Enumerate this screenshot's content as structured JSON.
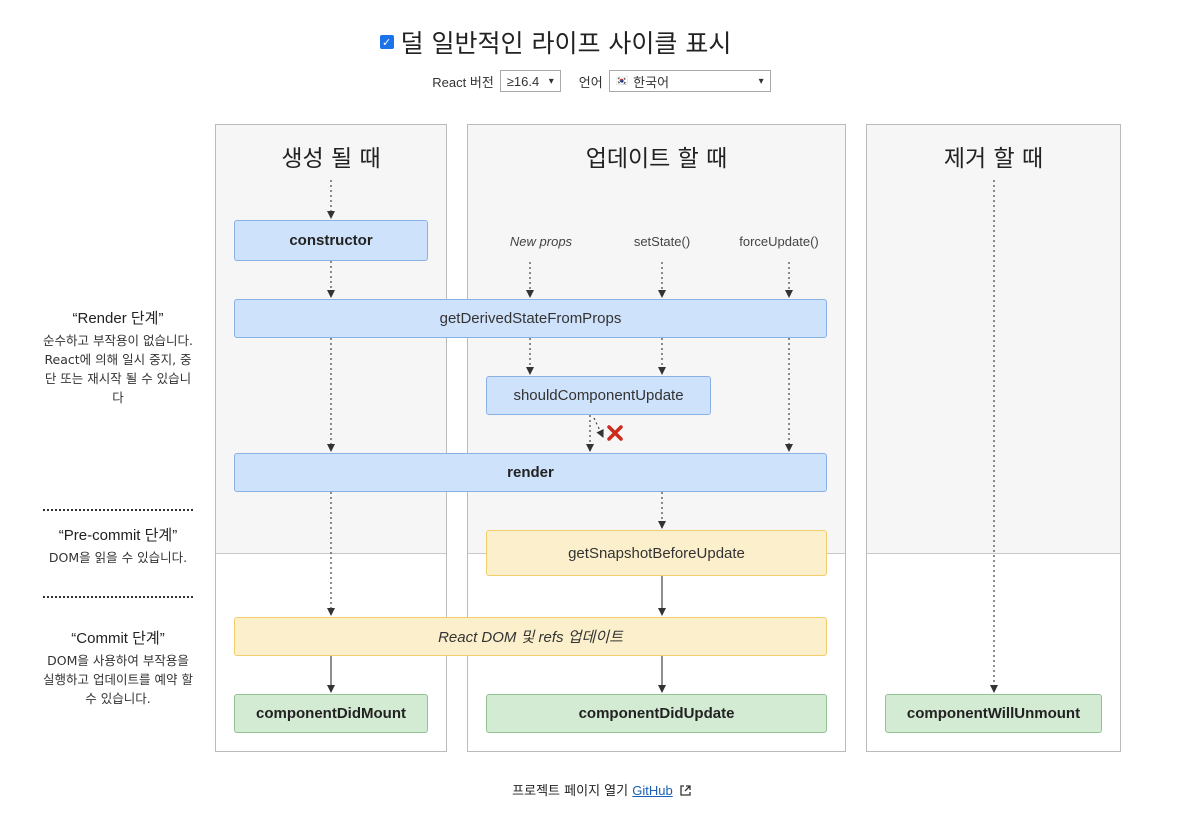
{
  "header": {
    "checkbox_label": "덜 일반적인 라이프 사이클 표시",
    "react_version_label": "React 버전",
    "react_version_value": "≥16.4",
    "language_label": "언어",
    "language_flag": "🇰🇷",
    "language_value": "한국어"
  },
  "columns": {
    "mount": {
      "title": "생성 될 때"
    },
    "update": {
      "title": "업데이트 할 때"
    },
    "unmount": {
      "title": "제거 할 때"
    }
  },
  "triggers": {
    "new_props": "New props",
    "set_state": "setState()",
    "force_update": "forceUpdate()"
  },
  "methods": {
    "constructor": "constructor",
    "get_derived": "getDerivedStateFromProps",
    "should_update": "shouldComponentUpdate",
    "render": "render",
    "snapshot": "getSnapshotBeforeUpdate",
    "dom_update": "React DOM 및 refs 업데이트",
    "did_mount": "componentDidMount",
    "did_update": "componentDidUpdate",
    "will_unmount": "componentWillUnmount"
  },
  "phases": {
    "render": {
      "heading": "“Render 단계”",
      "desc": "순수하고 부작용이 없습니다. React에 의해 일시 중지, 중단 또는 재시작 될 수 있습니다"
    },
    "precommit": {
      "heading": "“Pre-commit 단계”",
      "desc": "DOM을 읽을 수 있습니다."
    },
    "commit": {
      "heading": "“Commit 단계”",
      "desc": "DOM을 사용하여 부작용을 실행하고 업데이트를 예약 할 수 있습니다."
    }
  },
  "footer": {
    "text": "프로젝트 페이지 열기",
    "link": "GitHub",
    "external_icon": "external-link-icon"
  },
  "colors": {
    "render_phase_blue": "#cfe2fb",
    "precommit_yellow": "#fcf0cc",
    "commit_green": "#d3ead3",
    "cancel_red": "#cc2b1d"
  }
}
